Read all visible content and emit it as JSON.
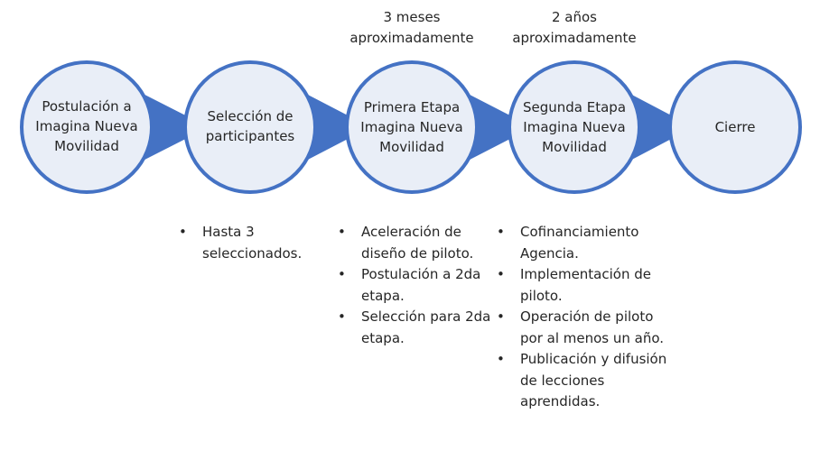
{
  "durations": [
    {
      "step": 3,
      "text": "3 meses aproximadamente"
    },
    {
      "step": 4,
      "text": "2 años aproximadamente"
    }
  ],
  "steps": [
    {
      "id": "postulacion",
      "label": "Postulación a Imagina Nueva Movilidad",
      "bullets": []
    },
    {
      "id": "seleccion",
      "label": "Selección de participantes",
      "bullets": [
        "Hasta 3 seleccionados."
      ]
    },
    {
      "id": "primera-etapa",
      "label": "Primera Etapa Imagina Nueva Movilidad",
      "bullets": [
        "Aceleración de diseño de piloto.",
        "Postulación a 2da etapa.",
        "Selección para 2da etapa."
      ]
    },
    {
      "id": "segunda-etapa",
      "label": "Segunda Etapa Imagina Nueva Movilidad",
      "bullets": [
        "Cofinanciamiento Agencia.",
        "Implementación de piloto.",
        "Operación de piloto por al menos un año.",
        "Publicación y difusión de lecciones aprendidas."
      ]
    },
    {
      "id": "cierre",
      "label": "Cierre",
      "bullets": []
    }
  ],
  "colors": {
    "circle_fill": "#e9eef7",
    "circle_stroke": "#4472c4",
    "arrow": "#4472c4",
    "text": "#262626"
  }
}
